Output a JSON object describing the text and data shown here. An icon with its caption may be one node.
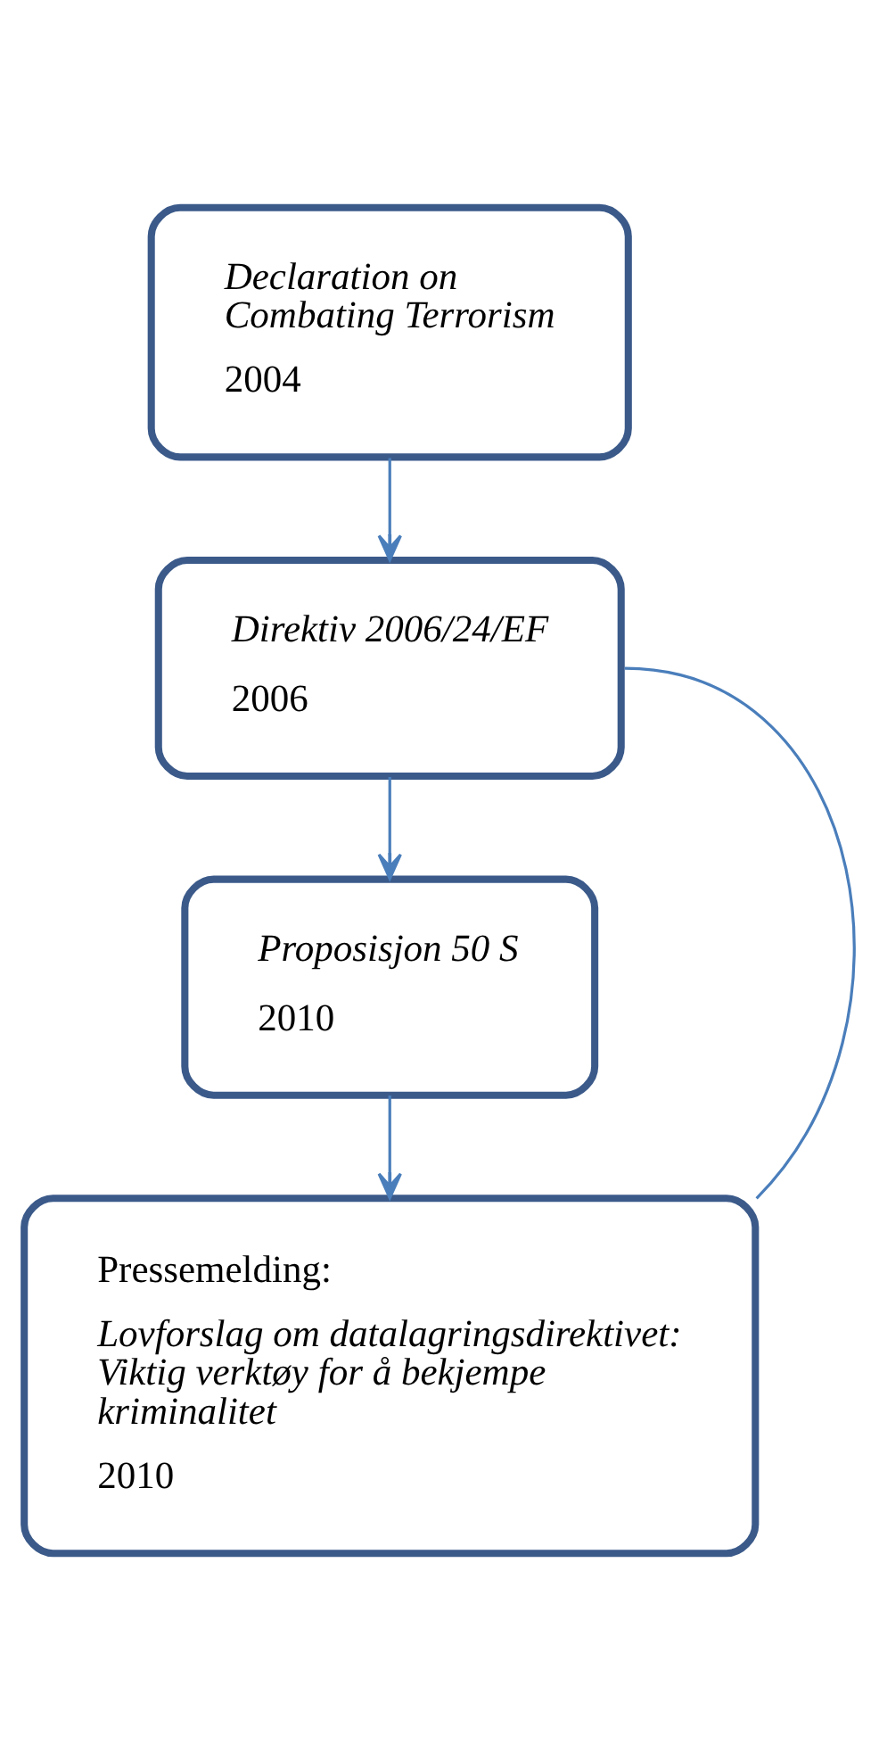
{
  "diagram": {
    "nodes": [
      {
        "text": [
          "Declaration on Combating Terrorism",
          "2004"
        ]
      },
      {
        "text": [
          "Direktiv 2006/24/EF",
          "2006"
        ]
      },
      {
        "text": [
          "Proposisjon 50 S",
          "2010"
        ]
      },
      {
        "text": [
          "Pressemelding:",
          "Lovforslag om datalagringsdirektivet: Viktig verktøy for å bekjempe kriminalitet",
          "2010"
        ]
      }
    ],
    "edges": [
      {
        "from": 0,
        "to": 1,
        "arrow": "to"
      },
      {
        "from": 1,
        "to": 2,
        "arrow": "to"
      },
      {
        "from": 2,
        "to": 3,
        "arrow": "to"
      },
      {
        "from": 1,
        "to": 3,
        "arrow": "none"
      }
    ]
  }
}
